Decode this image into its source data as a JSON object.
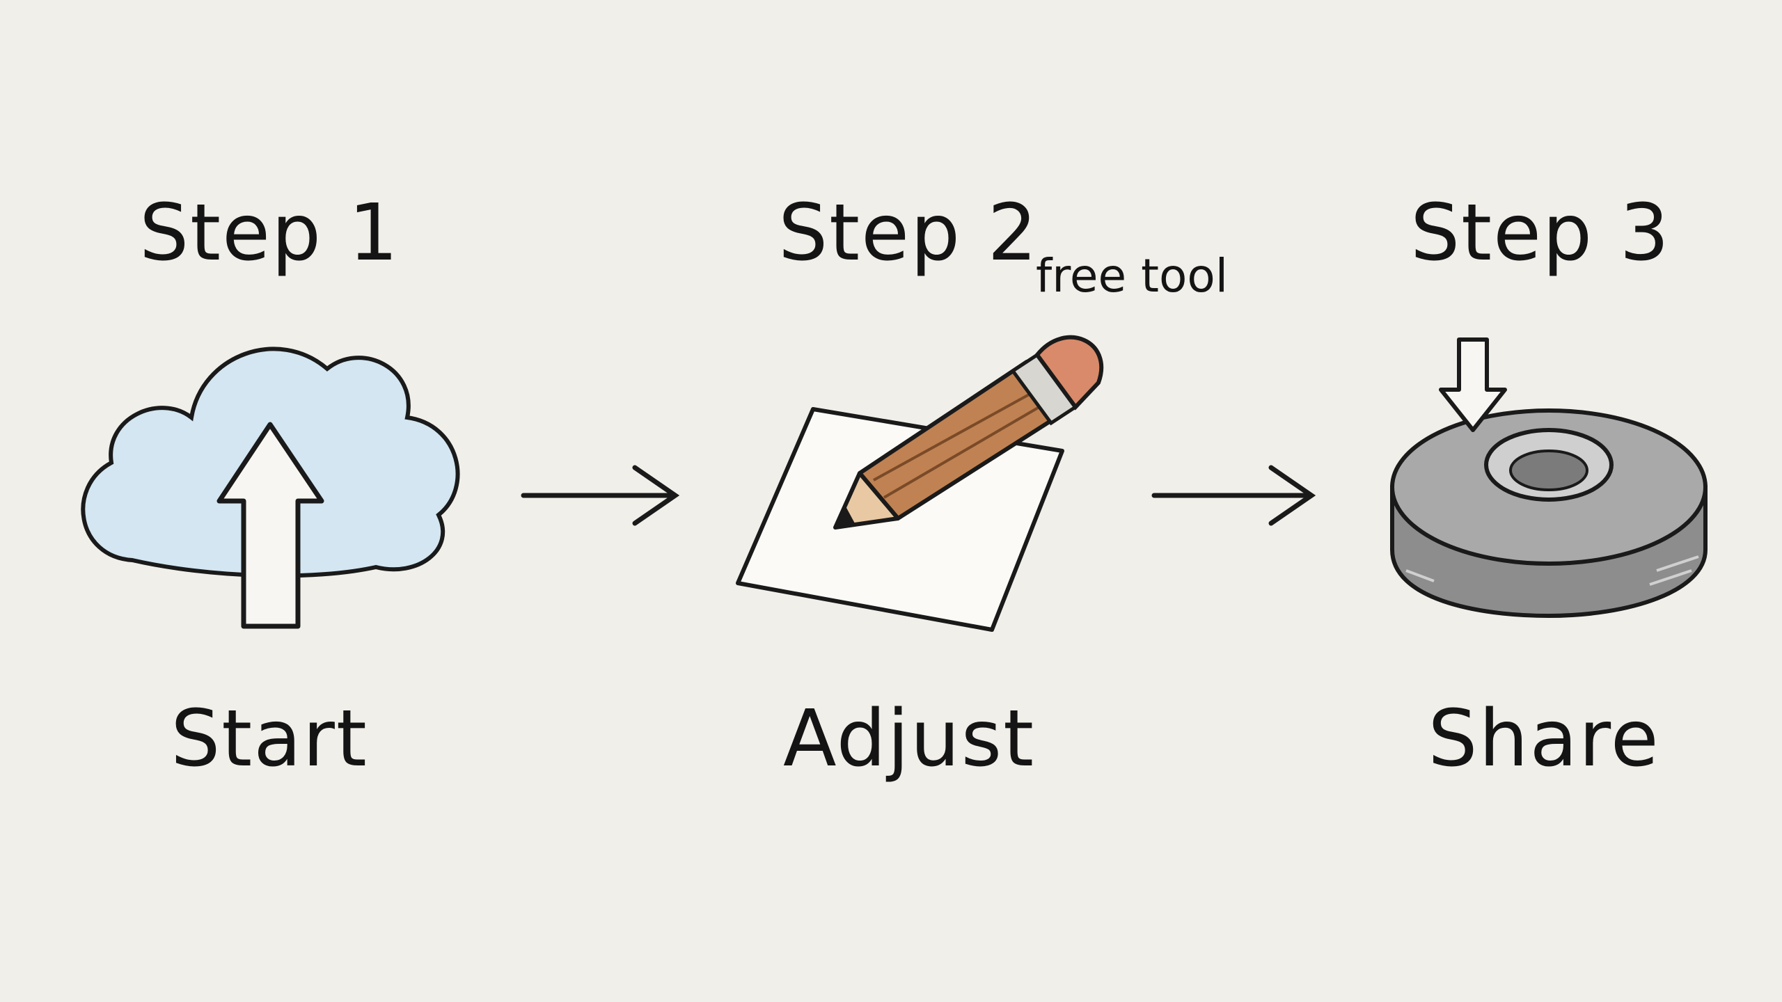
{
  "steps": [
    {
      "title": "Step 1",
      "label": "Start",
      "icon": "cloud-upload-icon"
    },
    {
      "title": "Step 2",
      "label": "Adjust",
      "icon": "pencil-paper-icon",
      "note": "free tool"
    },
    {
      "title": "Step 3",
      "label": "Share",
      "icon": "disc-download-icon"
    }
  ],
  "colors": {
    "background": "#f1efea",
    "ink": "#141414",
    "cloud_fill": "#cfe4f1",
    "pencil_wood": "#b97a4a",
    "pencil_eraser": "#d98a6a",
    "disc": "#9a9a9a"
  }
}
